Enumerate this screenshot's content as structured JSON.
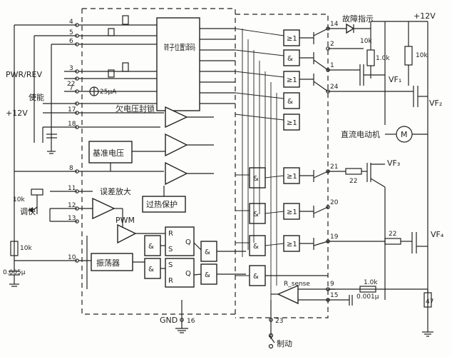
{
  "labels": {
    "pwr_rev": "PWR/REV",
    "enable": "使能",
    "v12_left": "+12V",
    "v12_top": "+12V",
    "undervoltage": "欠电压封锁",
    "ref_voltage": "基准电压",
    "error_amp": "误差放大",
    "thermal": "过热保护",
    "pwm": "PWM",
    "oscillator": "振荡器",
    "rotor_decode": "转子位置译码",
    "fault": "故障指示",
    "dc_motor": "直流电动机",
    "motor_symbol": "M",
    "speed_adj": "调快",
    "brake": "制动",
    "gnd": "GND",
    "current_src": "25μA",
    "r_10k_a": "10k",
    "r_10k_b": "10k",
    "r_10k_c": "10k",
    "r_10k_d": "10k",
    "r_1_0k_a": "1.0k",
    "r_1_0k_b": "1.0k",
    "r_22_a": "22",
    "r_22_b": "22",
    "r_47": "47",
    "c_005": "0.005μ",
    "c_001": "0.001μ",
    "r_sense": "R_sense",
    "vf1": "VF₁",
    "vf2": "VF₂",
    "vf3": "VF₃",
    "vf4": "VF₄"
  },
  "pins": [
    "4",
    "5",
    "6",
    "3",
    "22",
    "7",
    "17",
    "18",
    "8",
    "11",
    "12",
    "13",
    "10",
    "16",
    "14",
    "2",
    "1",
    "24",
    "21",
    "20",
    "19",
    "9",
    "15",
    "23"
  ],
  "gates": {
    "and": "&",
    "or": "≥1",
    "r": "R",
    "s": "S",
    "q": "Q"
  }
}
